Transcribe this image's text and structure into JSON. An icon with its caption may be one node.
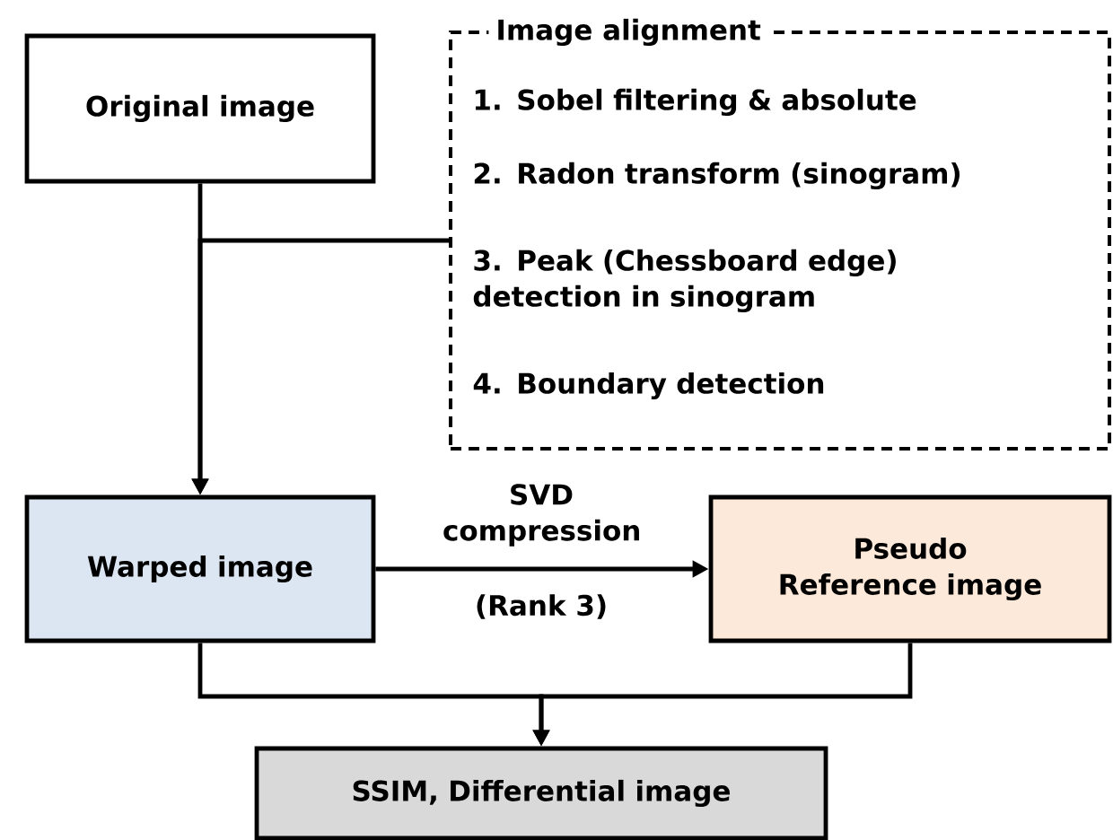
{
  "diagram": {
    "nodes": [
      {
        "text": [
          "Original image"
        ]
      },
      {
        "text": [
          "Image alignment",
          "1. Sobel filtering & absolute",
          "2. Radon transform (sinogram)",
          "3. Peak (Chessboard edge) detection in sinogram",
          "4. Boundary detection"
        ]
      },
      {
        "text": [
          "Warped image"
        ]
      },
      {
        "text": [
          "Pseudo Reference image"
        ]
      },
      {
        "text": [
          "SSIM, Differential image"
        ]
      }
    ],
    "edges": [
      {
        "from": 0,
        "to": 2,
        "arrow": "to"
      },
      {
        "from": 1,
        "to": 2,
        "arrow": "to"
      },
      {
        "from": 2,
        "to": 3,
        "arrow": "to",
        "label": "SVD compression"
      },
      {
        "from": 2,
        "to": 4,
        "arrow": "to"
      },
      {
        "from": 3,
        "to": 4,
        "arrow": "to"
      }
    ],
    "labels": [
      "(Rank 3)"
    ]
  }
}
